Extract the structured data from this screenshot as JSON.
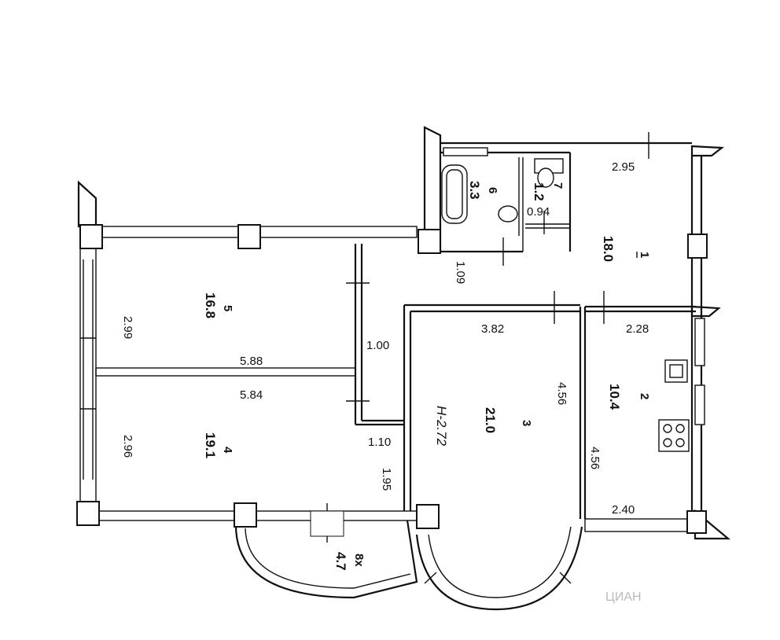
{
  "rooms": [
    {
      "id": "1",
      "area": "18.0"
    },
    {
      "id": "2",
      "area": "10.4"
    },
    {
      "id": "3",
      "area": "21.0"
    },
    {
      "id": "4",
      "area": "19.1"
    },
    {
      "id": "5",
      "area": "16.8"
    },
    {
      "id": "6",
      "area": "3.3"
    },
    {
      "id": "7",
      "area": "1.2"
    },
    {
      "id": "8х",
      "area": "4.7"
    }
  ],
  "dimensions": {
    "d_2_95": "2.95",
    "d_2_99": "2.99",
    "d_5_88": "5.88",
    "d_5_84": "5.84",
    "d_2_96": "2.96",
    "d_1_00": "1.00",
    "d_1_09": "1.09",
    "d_1_10": "1.10",
    "d_1_95": "1.95",
    "d_3_82": "3.82",
    "d_4_56_a": "4.56",
    "d_4_56_b": "4.56",
    "d_2_28": "2.28",
    "d_2_40": "2.40",
    "d_0_94": "0.94"
  },
  "ceiling_height": "Н-2.72",
  "watermark": "ЦИАН"
}
